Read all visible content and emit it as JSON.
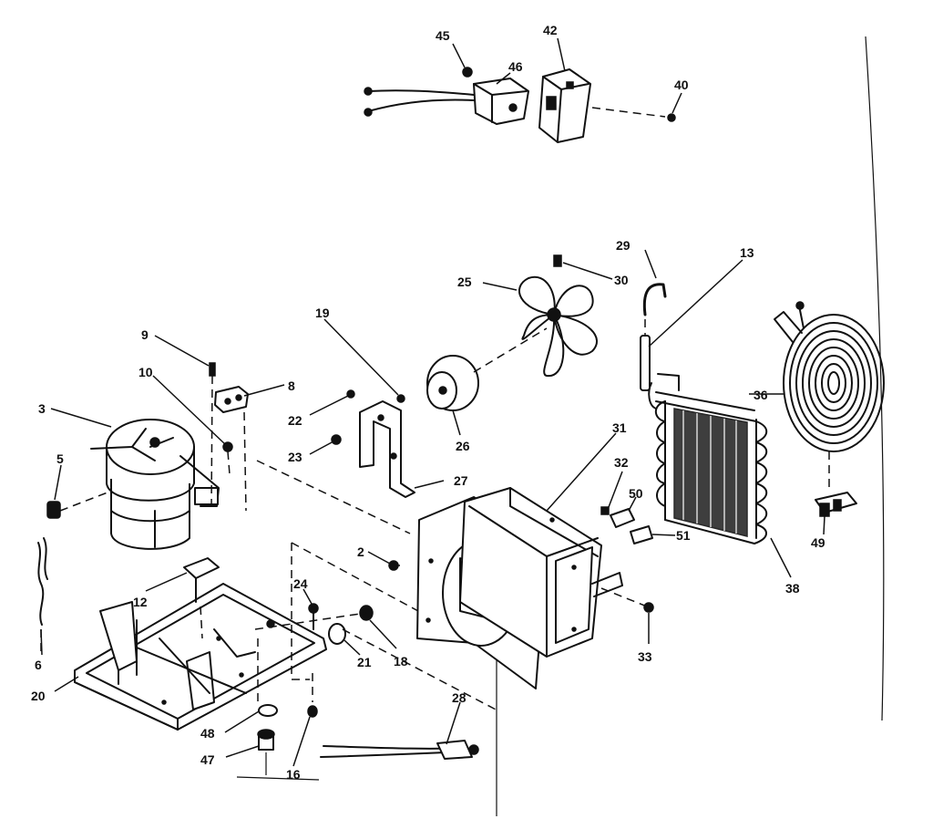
{
  "diagram": {
    "callouts": {
      "c45": "45",
      "c46": "46",
      "c42": "42",
      "c40": "40",
      "c29": "29",
      "c13": "13",
      "c30": "30",
      "c25": "25",
      "c19": "19",
      "c9": "9",
      "c10": "10",
      "c8": "8",
      "c3": "3",
      "c22": "22",
      "c23": "23",
      "c26": "26",
      "c36": "36",
      "c31": "31",
      "c27": "27",
      "c32": "32",
      "c50": "50",
      "c51": "51",
      "c5": "5",
      "c2": "2",
      "c49": "49",
      "c38": "38",
      "c24": "24",
      "c12": "12",
      "c21": "21",
      "c18": "18",
      "c33": "33",
      "c6": "6",
      "c20": "20",
      "c28": "28",
      "c48": "48",
      "c47": "47",
      "c16": "16"
    }
  }
}
